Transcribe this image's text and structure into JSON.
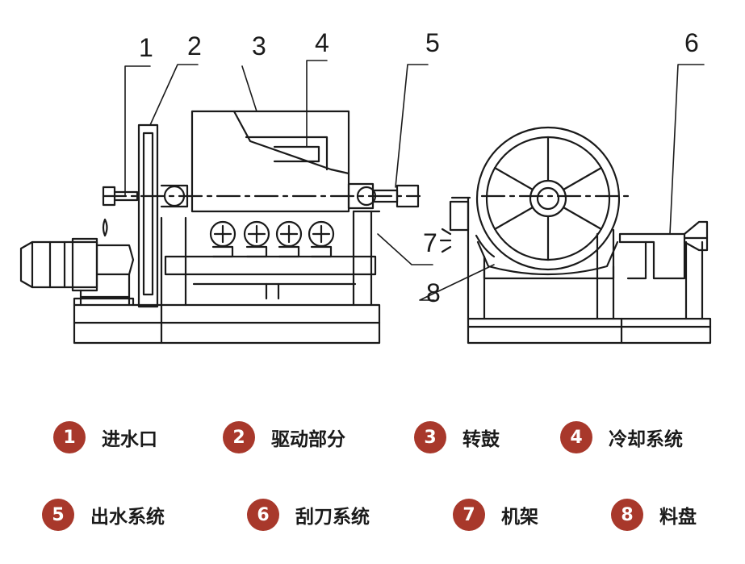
{
  "diagram": {
    "callouts": [
      {
        "number": "1"
      },
      {
        "number": "2"
      },
      {
        "number": "3"
      },
      {
        "number": "4"
      },
      {
        "number": "5"
      },
      {
        "number": "6"
      },
      {
        "number": "7"
      },
      {
        "number": "8"
      }
    ]
  },
  "legend": {
    "badge_color": "#a8382b",
    "items": [
      {
        "number": "1",
        "label": "进水口"
      },
      {
        "number": "2",
        "label": "驱动部分"
      },
      {
        "number": "3",
        "label": "转鼓"
      },
      {
        "number": "4",
        "label": "冷却系统"
      },
      {
        "number": "5",
        "label": "出水系统"
      },
      {
        "number": "6",
        "label": "刮刀系统"
      },
      {
        "number": "7",
        "label": "机架"
      },
      {
        "number": "8",
        "label": "料盘"
      }
    ]
  }
}
